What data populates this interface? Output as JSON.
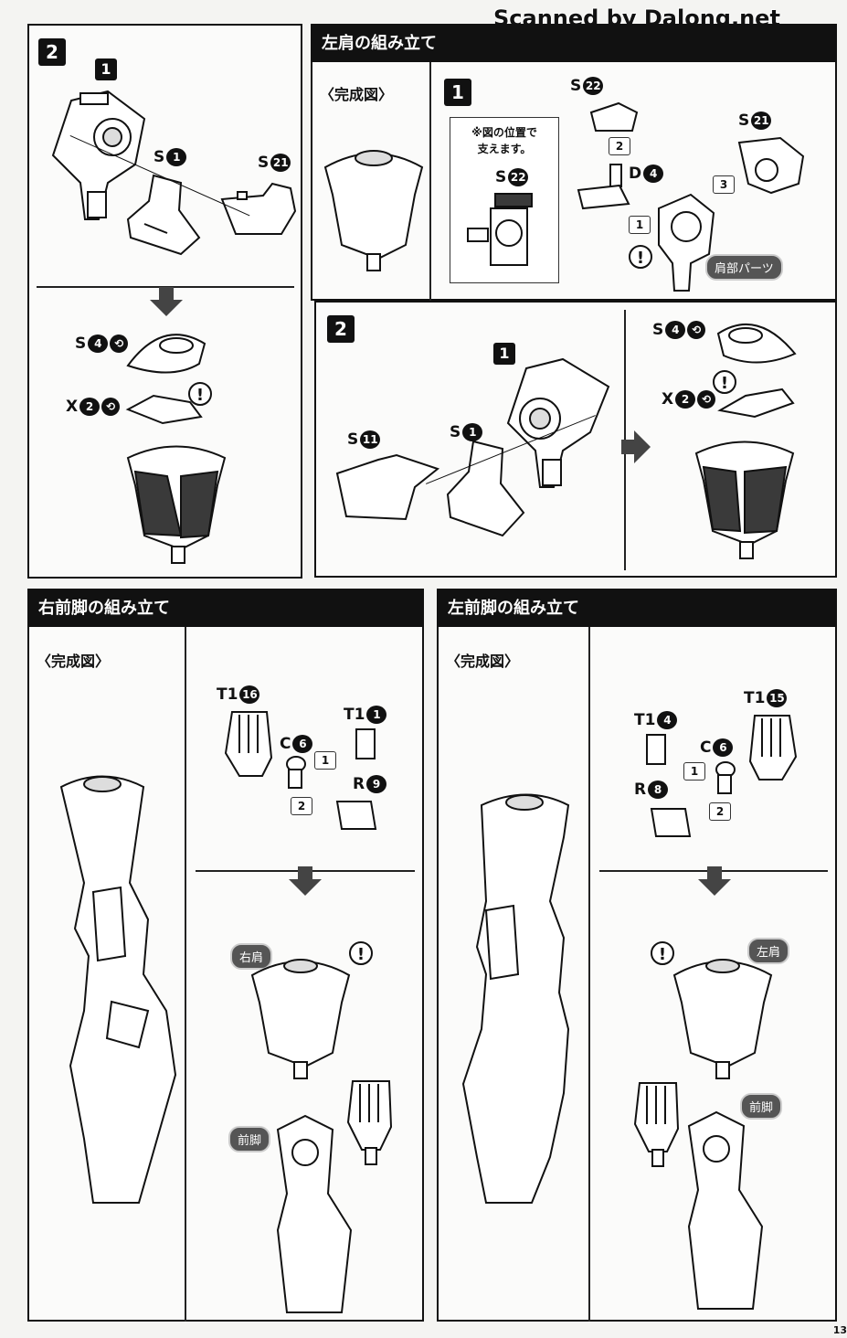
{
  "watermark": "Scanned by Dalong.net",
  "page_number": "13",
  "top_left": {
    "step_main": "2",
    "step_sub": "1",
    "labels": [
      {
        "letter": "S",
        "num": "1"
      },
      {
        "letter": "S",
        "num": "21"
      },
      {
        "letter": "S",
        "num": "4"
      },
      {
        "letter": "X",
        "num": "2"
      }
    ]
  },
  "left_shoulder": {
    "title": "左肩の組み立て",
    "complete_label": "〈完成図〉",
    "step1": "1",
    "note_line1": "※図の位置で",
    "note_line2": "支えます。",
    "labels": [
      {
        "letter": "S",
        "num": "22"
      },
      {
        "letter": "S",
        "num": "22"
      },
      {
        "letter": "D",
        "num": "4"
      },
      {
        "letter": "S",
        "num": "21"
      }
    ],
    "order": [
      "1",
      "2",
      "3"
    ],
    "shoulder_tag": "肩部パーツ",
    "step2": "2",
    "step2_sub": "1",
    "step2_labels": [
      {
        "letter": "S",
        "num": "11"
      },
      {
        "letter": "S",
        "num": "1"
      },
      {
        "letter": "S",
        "num": "4"
      },
      {
        "letter": "X",
        "num": "2"
      }
    ]
  },
  "right_foreleg": {
    "title": "右前脚の組み立て",
    "complete_label": "〈完成図〉",
    "labels": [
      {
        "letter": "T1",
        "num": "16"
      },
      {
        "letter": "T1",
        "num": "1"
      },
      {
        "letter": "C",
        "num": "6"
      },
      {
        "letter": "R",
        "num": "9"
      }
    ],
    "order": [
      "1",
      "2"
    ],
    "tag_shoulder": "右肩",
    "tag_leg": "前脚"
  },
  "left_foreleg": {
    "title": "左前脚の組み立て",
    "complete_label": "〈完成図〉",
    "labels": [
      {
        "letter": "T1",
        "num": "4"
      },
      {
        "letter": "T1",
        "num": "15"
      },
      {
        "letter": "C",
        "num": "6"
      },
      {
        "letter": "R",
        "num": "8"
      }
    ],
    "order": [
      "1",
      "2"
    ],
    "tag_shoulder": "左肩",
    "tag_leg": "前脚"
  }
}
